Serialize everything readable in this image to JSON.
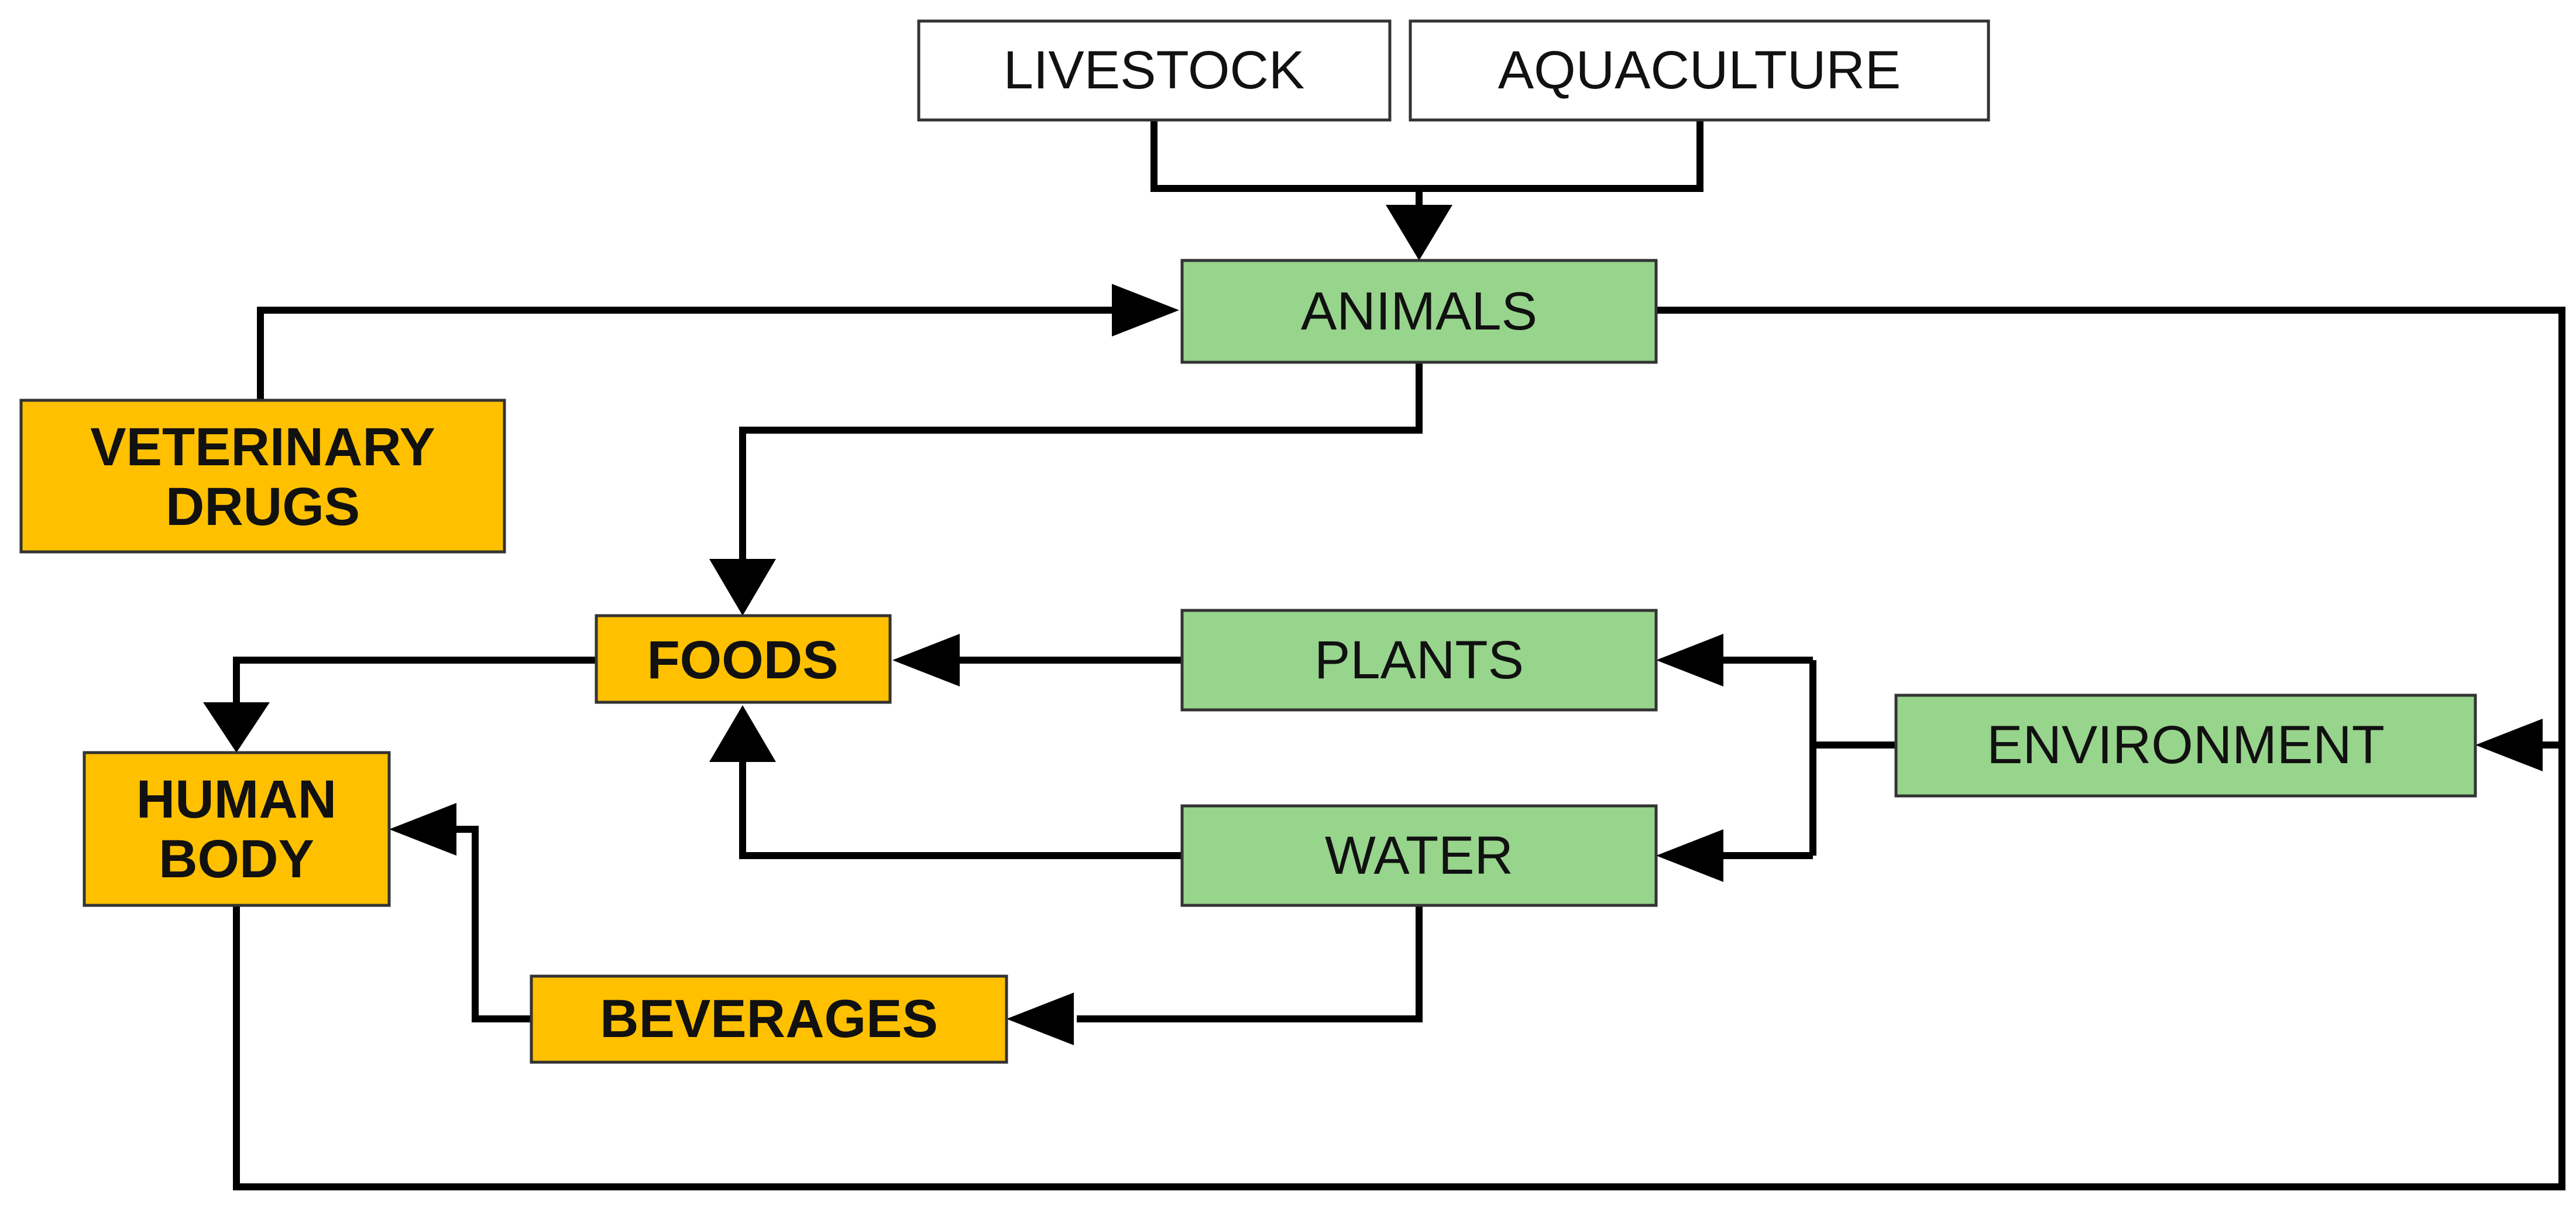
{
  "colors": {
    "white_node": "#ffffff",
    "green_node": "#97d48c",
    "orange_node": "#ffc000",
    "border": "#333333",
    "edge": "#000000"
  },
  "nodes": {
    "livestock": {
      "lines": [
        "LIVESTOCK"
      ],
      "style": "white"
    },
    "aquaculture": {
      "lines": [
        "AQUACULTURE"
      ],
      "style": "white"
    },
    "animals": {
      "lines": [
        "ANIMALS"
      ],
      "style": "green"
    },
    "veterinary_drugs": {
      "lines": [
        "VETERINARY",
        "DRUGS"
      ],
      "style": "orange"
    },
    "foods": {
      "lines": [
        "FOODS"
      ],
      "style": "orange"
    },
    "plants": {
      "lines": [
        "PLANTS"
      ],
      "style": "green"
    },
    "environment": {
      "lines": [
        "ENVIRONMENT"
      ],
      "style": "green"
    },
    "human_body": {
      "lines": [
        "HUMAN",
        "BODY"
      ],
      "style": "orange"
    },
    "water": {
      "lines": [
        "WATER"
      ],
      "style": "green"
    },
    "beverages": {
      "lines": [
        "BEVERAGES"
      ],
      "style": "orange"
    }
  },
  "edges": [
    {
      "from": "livestock",
      "to": "animals"
    },
    {
      "from": "aquaculture",
      "to": "animals"
    },
    {
      "from": "veterinary_drugs",
      "to": "animals"
    },
    {
      "from": "animals",
      "to": "foods"
    },
    {
      "from": "animals",
      "to": "environment"
    },
    {
      "from": "plants",
      "to": "foods"
    },
    {
      "from": "water",
      "to": "foods"
    },
    {
      "from": "environment",
      "to": "plants"
    },
    {
      "from": "environment",
      "to": "water"
    },
    {
      "from": "foods",
      "to": "human_body"
    },
    {
      "from": "water",
      "to": "beverages"
    },
    {
      "from": "beverages",
      "to": "human_body"
    },
    {
      "from": "human_body",
      "to": "environment"
    }
  ]
}
